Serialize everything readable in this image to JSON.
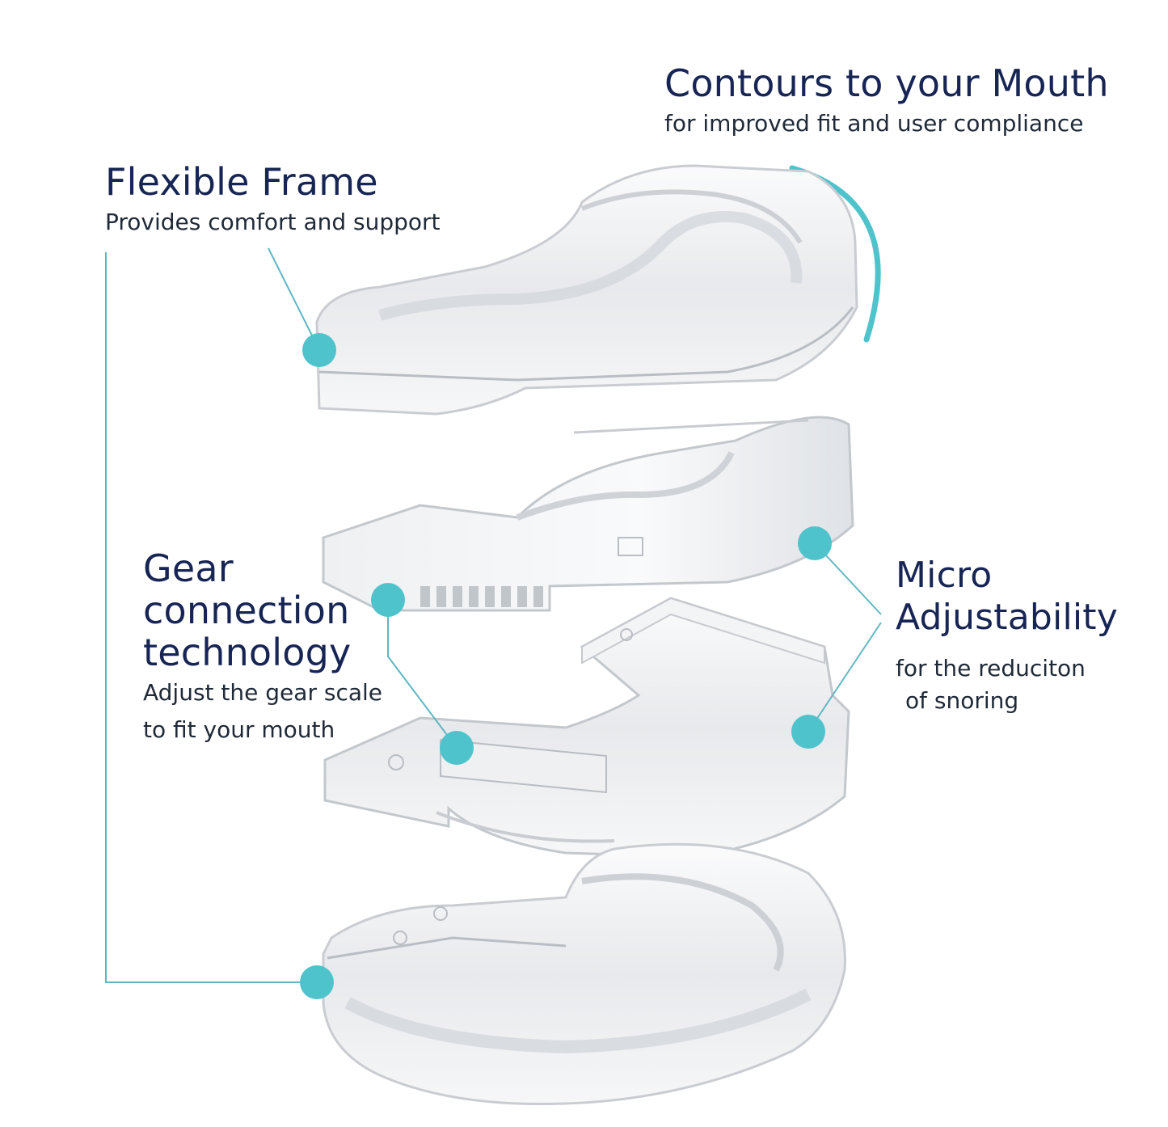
{
  "callouts": {
    "contours": {
      "title": "Contours to your Mouth",
      "subtitle": "for improved fit and user compliance"
    },
    "flexible": {
      "title": "Flexible Frame",
      "subtitle": "Provides comfort and support"
    },
    "gear": {
      "title_lines": [
        "Gear",
        "connection",
        "technology"
      ],
      "subtitle_lines": [
        "Adjust the gear scale",
        "to fit your mouth"
      ]
    },
    "micro": {
      "title_lines": [
        "Micro",
        "Adjustability"
      ],
      "subtitle_lines": [
        "for the reduciton",
        "of snoring"
      ]
    }
  },
  "colors": {
    "accent": "#4fc3cc",
    "leader_line": "#5fb7c2",
    "heading": "#172554",
    "body_text": "#1f2937"
  },
  "illustration": {
    "subject": "exploded view of clear mouthguard layers",
    "layers": 4
  }
}
